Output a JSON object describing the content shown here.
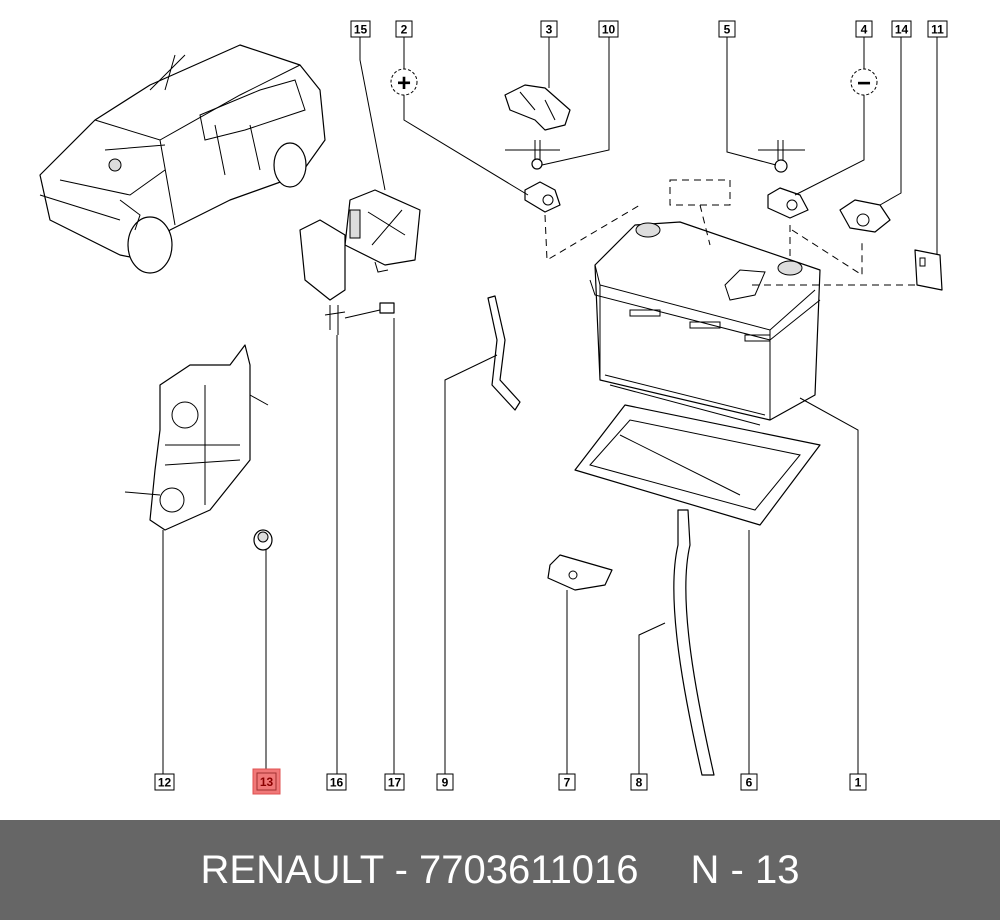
{
  "diagram": {
    "terminal_symbols": {
      "positive": "+",
      "negative": "−"
    },
    "callouts": [
      {
        "id": "15",
        "highlighted": false
      },
      {
        "id": "2",
        "highlighted": false
      },
      {
        "id": "3",
        "highlighted": false
      },
      {
        "id": "10",
        "highlighted": false
      },
      {
        "id": "5",
        "highlighted": false
      },
      {
        "id": "4",
        "highlighted": false
      },
      {
        "id": "14",
        "highlighted": false
      },
      {
        "id": "11",
        "highlighted": false
      },
      {
        "id": "12",
        "highlighted": false
      },
      {
        "id": "13",
        "highlighted": true
      },
      {
        "id": "16",
        "highlighted": false
      },
      {
        "id": "17",
        "highlighted": false
      },
      {
        "id": "9",
        "highlighted": false
      },
      {
        "id": "7",
        "highlighted": false
      },
      {
        "id": "8",
        "highlighted": false
      },
      {
        "id": "6",
        "highlighted": false
      },
      {
        "id": "1",
        "highlighted": false
      }
    ],
    "highlight_color": "#f07878",
    "dimension_mark": "x"
  },
  "banner": {
    "part_ref": "RENAULT - 7703611016",
    "item_ref": "N - 13",
    "background": "#666666"
  }
}
